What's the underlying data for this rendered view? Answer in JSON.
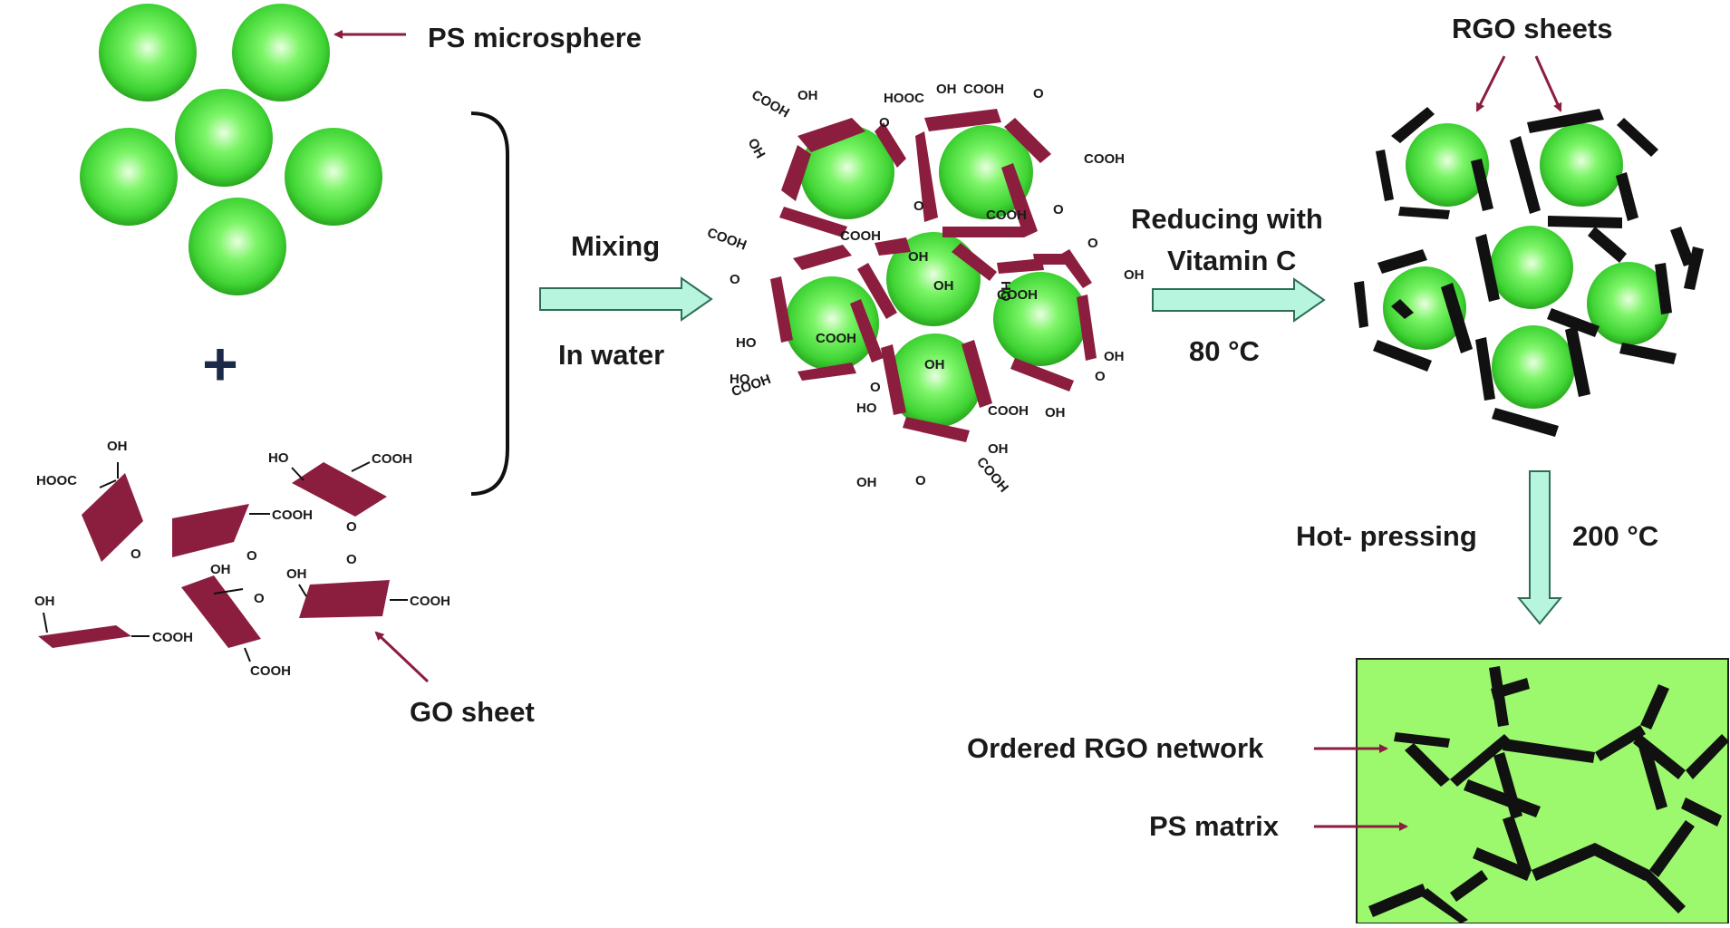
{
  "labels": {
    "ps_microsphere": "PS microsphere",
    "go_sheet": "GO sheet",
    "rgo_sheets": "RGO sheets",
    "mixing": "Mixing",
    "in_water": "In water",
    "reducing_line1": "Reducing with",
    "reducing_line2": "Vitamin C",
    "temp_80": "80 °C",
    "hot_pressing": "Hot- pressing",
    "temp_200": "200 °C",
    "ordered_network": "Ordered RGO network",
    "ps_matrix": "PS matrix",
    "plus": "+"
  },
  "groups": {
    "oh": "OH",
    "cooh": "COOH",
    "hooc": "HOOC",
    "ho": "HO",
    "hooc_alt": "HOOC",
    "o": "O"
  },
  "colors": {
    "sphere": "#44e03a",
    "go": "#8b1e3f",
    "rgo": "#111111",
    "arrow_fill": "#b8f5df",
    "arrow_stroke": "#2d6e55",
    "pointer": "#8b1e3f",
    "matrix": "#9cf96e"
  }
}
